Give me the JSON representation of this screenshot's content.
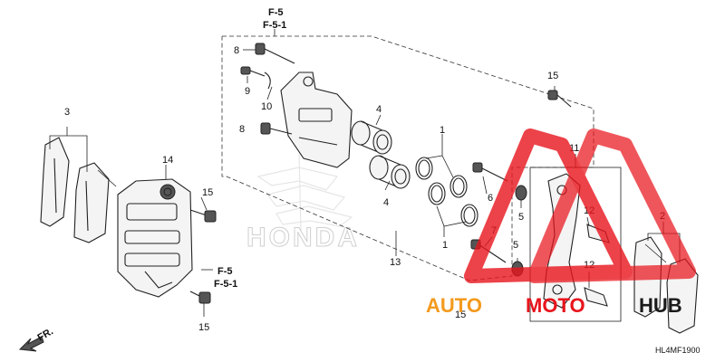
{
  "callouts": {
    "ref_top_1": "F-5",
    "ref_top_2": "F-5-1",
    "ref_bottom_1": "F-5",
    "ref_bottom_2": "F-5-1",
    "p8a": "8",
    "p8b": "8",
    "p9": "9",
    "p10": "10",
    "p4a": "4",
    "p4b": "4",
    "p1a": "1",
    "p1b": "1",
    "p6": "6",
    "p7": "7",
    "p5a": "5",
    "p5b": "5",
    "p11": "11",
    "p12a": "12",
    "p12b": "12",
    "p13": "13",
    "p14": "14",
    "p15a": "15",
    "p15b": "15",
    "p15c": "15",
    "p15d": "15",
    "p3": "3",
    "p2": "2"
  },
  "direction": {
    "label": "FR."
  },
  "diagram_code": "HL4MF1900",
  "background_brand": "HONDA",
  "watermark": {
    "text_auto": "AUTO",
    "text_moto": "MOTO",
    "text_hub": "HUB",
    "colors": {
      "red": "#e8141c",
      "orange": "#f39a1e",
      "black": "#1a1a1a"
    }
  }
}
